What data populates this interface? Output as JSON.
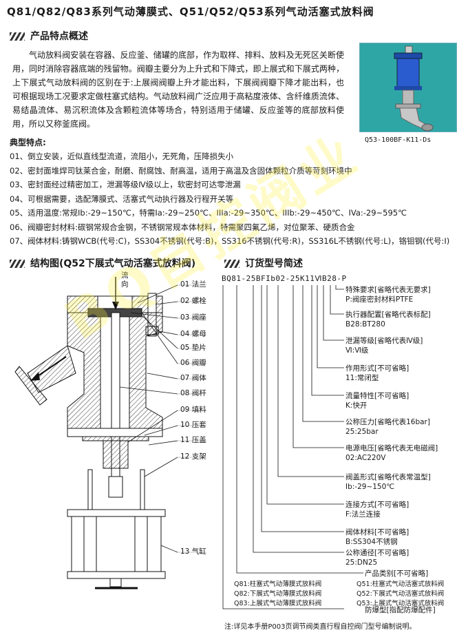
{
  "title": "Q81/Q82/Q83系列气动薄膜式、Q51/Q52/Q53系列气动活塞式放料阀",
  "section_overview": "产品特点概述",
  "intro": "气动放料阀安装在容器、反应釜、储罐的底部，作为取样、排料、放料及无死区关断使用，同时消除容器底端的残留物。阀瓣主要分为上升式和下降式，即上展式和下展式两种，上下展式气动放料阀的区别在于:上展阀阀瓣上升才能出料，下展阀阀瓣下降才能出料，也可根据现场工况要求定做柱塞式结构。气动放料阀广泛应用于高粘度液体、含纤维质流体、易结晶流体、易沉积流体及含颗粒流体等场合，特别适用于储罐、反应釜等的底部放料使用，所以又称釜底阀。",
  "photo_caption": "Q53-100BF-K11-Ds",
  "features_heading": "典型特点:",
  "features": [
    "01、倒立安装，近似直线型流道，流阻小，无死角，压降损失小",
    "02、密封面堆焊司钛莱合金，耐磨、耐腐蚀、耐高温，适用于高温及含固体颗粒介质等苛刻环境中",
    "03、密封面经过精密加工，泄漏等级Ⅳ级以上，软密封可达零泄漏",
    "04、可根据需要，选配薄膜式、活塞式气动执行器及行程开关等",
    "05、适用温度:常规Ib:-29~150℃，特需Ia:-29~250℃、IIIa:-29~350℃、IIIb:-29~450℃、IVa:-29~595℃",
    "06、阀瓣密封材料:碳钢常规合金钢，不锈钢常规本体材料，特需聚四氟乙烯，对位聚苯、硬质合金",
    "07、阀体材料:铸钢WCB(代号:C)，SS304不锈钢(代号:B)，SS316不锈钢(代号:R)，SS316L不锈钢(代号:L)，铬钼钢(代号:I)"
  ],
  "section_structure": "结构图(Q52下展式气动活塞式放料阀)",
  "section_order": "订货型号简述",
  "watermark": "BQ自控阀业",
  "flow_label": [
    "流",
    "向"
  ],
  "parts": [
    "01 法兰",
    "02 螺栓",
    "03 阀座",
    "04 螺母",
    "05 垫片",
    "06 阀瓣",
    "07 阀体",
    "08 阀杆",
    "09 填料",
    "10 压套",
    "11 压盖",
    "12 支架",
    "13 气缸"
  ],
  "order_code": "BQ81-25BFIb02-25K11ⅥB28-P",
  "order_items": [
    {
      "title": "特殊要求[省略代表无要求]",
      "value": "P:阀座密封材料PTFE"
    },
    {
      "title": "执行器配置[省略代表标配]",
      "value": "B28:BT280"
    },
    {
      "title": "泄漏等级[省略代表Ⅳ级]",
      "value": "Ⅵ:Ⅵ级"
    },
    {
      "title": "作用形式[不可省略]",
      "value": "11:常闭型"
    },
    {
      "title": "流量特性[不可省略]",
      "value": "K:快开"
    },
    {
      "title": "公称压力[省略代表16bar]",
      "value": "25:25bar"
    },
    {
      "title": "电源电压[省略代表无电磁阀]",
      "value": "02:AC220V"
    },
    {
      "title": "阀盖形式[省略代表常温型]",
      "value": "Ib:-29~150℃"
    },
    {
      "title": "连接方式[不可省略]",
      "value": "F:法兰连接"
    },
    {
      "title": "阀体材料[不可省略]",
      "value": "B:SS304不锈钢"
    },
    {
      "title": "公称通径[不可省略]",
      "value": "25:DN25"
    }
  ],
  "product_category": {
    "title": "产品类别[不可省略]",
    "left": [
      "Q81:柱塞式气动薄膜式放料阀",
      "Q82:下展式气动薄膜式放料阀",
      "Q83:上展式气动薄膜式放料阀"
    ],
    "right": [
      "Q51:柱塞式气动活塞式放料阀",
      "Q52:下展式气动活塞式放料阀",
      "Q53:上展式气动活塞式放料阀"
    ]
  },
  "explosion_proof": "防爆型[指配防爆配件]",
  "note": "注:详见本手册P003页调节阀类直行程自控阀门型号编制说明。",
  "colors": {
    "photo_bg": "#2fa6a6",
    "watermark": "#fff03c",
    "text": "#1a1a1a"
  }
}
